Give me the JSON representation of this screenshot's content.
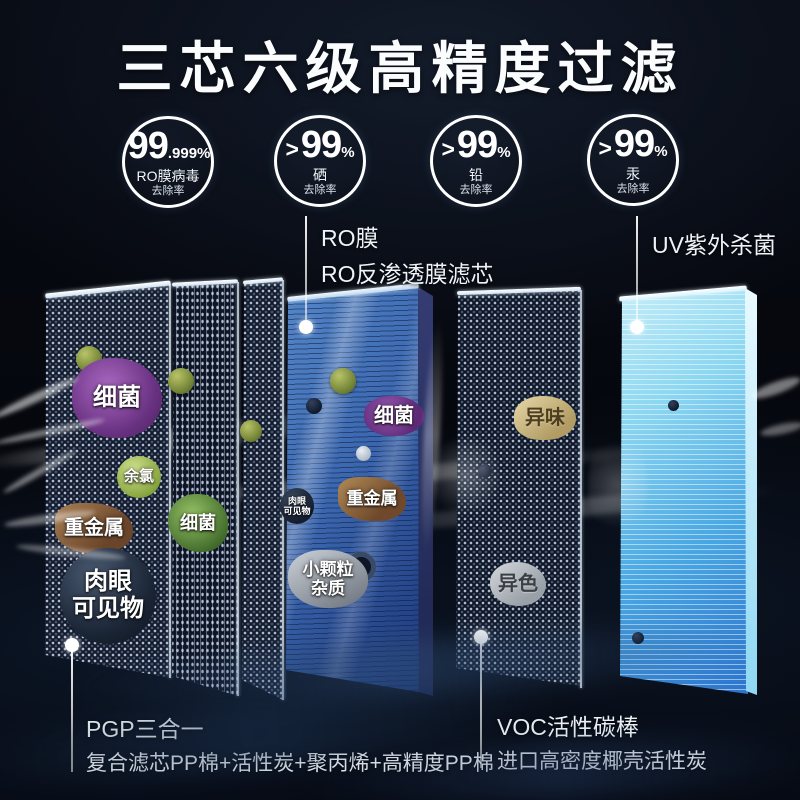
{
  "title": "三芯六级高精度过滤",
  "badges": [
    {
      "prefix": "",
      "value_main": "99",
      "value_suffix": ".999%",
      "line1": "RO膜病毒",
      "line2": "去除率"
    },
    {
      "prefix": ">",
      "value_main": "99",
      "value_suffix": "%",
      "line1": "硒",
      "line2": "去除率"
    },
    {
      "prefix": ">",
      "value_main": "99",
      "value_suffix": "%",
      "line1": "铅",
      "line2": "去除率"
    },
    {
      "prefix": ">",
      "value_main": "99",
      "value_suffix": "%",
      "line1": "汞",
      "line2": "去除率"
    }
  ],
  "annotations": {
    "ro": {
      "line1": "RO膜",
      "line2": "RO反渗透膜滤芯"
    },
    "uv": {
      "line1": "UV紫外杀菌"
    },
    "pgp": {
      "line1": "PGP三合一",
      "line2": "复合滤芯PP棉+活性炭+聚丙烯+高精度PP棉"
    },
    "voc": {
      "line1": "VOC活性碳棒",
      "line2": "进口高密度椰壳活性炭"
    }
  },
  "contaminants": {
    "bacteria1": "细菌",
    "chlorine": "余氯",
    "heavy_metal1": "重金属",
    "visible_l1": "肉眼",
    "visible_l2": "可见物",
    "bacteria2": "细菌",
    "bacteria3": "细菌",
    "heavy_metal2": "重金属",
    "mini_visible_l1": "肉眼",
    "mini_visible_l2": "可见物",
    "particle_l1": "小颗粒",
    "particle_l2": "杂质",
    "odor": "异味",
    "discolor": "异色"
  },
  "colors": {
    "background": "#05070d",
    "ro_panel_blue": "#3c68b0",
    "uv_panel_cyan": "#8ed8f2",
    "mesh_panel_dark": "#121a2c",
    "badge_border": "#ffffff",
    "bacteria_purple": "#6a3282",
    "bacteria_green": "#46702e",
    "chlorine_green": "#8aa842",
    "metal_brown": "#6a452a",
    "odor_tan": "#d8c89a",
    "discolor_gray": "#c0c4c8"
  }
}
